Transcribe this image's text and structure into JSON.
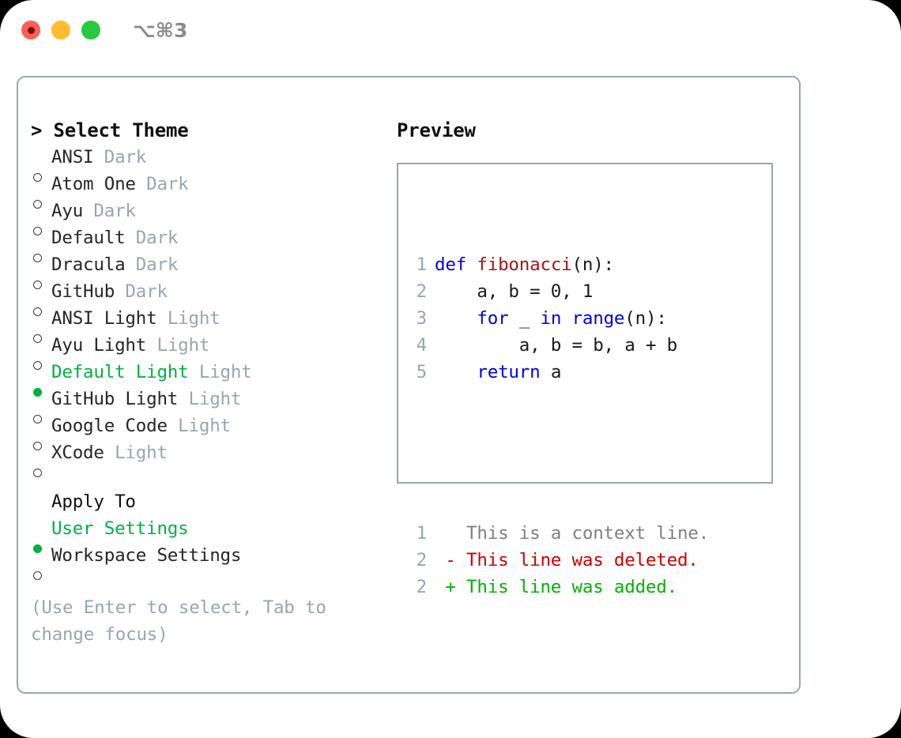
{
  "titlebar": {
    "shortcut": "⌥⌘3",
    "lights": [
      "close-red",
      "minimize-yellow",
      "zoom-green"
    ]
  },
  "theme_picker": {
    "header": "> Select Theme",
    "items": [
      {
        "marker": "hollow",
        "name": "ANSI",
        "mode": "Dark",
        "selected": false
      },
      {
        "marker": "hollow",
        "name": "Atom One",
        "mode": "Dark",
        "selected": false
      },
      {
        "marker": "hollow",
        "name": "Ayu",
        "mode": "Dark",
        "selected": false
      },
      {
        "marker": "hollow",
        "name": "Default",
        "mode": "Dark",
        "selected": false
      },
      {
        "marker": "hollow",
        "name": "Dracula",
        "mode": "Dark",
        "selected": false
      },
      {
        "marker": "hollow",
        "name": "GitHub",
        "mode": "Dark",
        "selected": false
      },
      {
        "marker": "hollow",
        "name": "ANSI Light",
        "mode": "Light",
        "selected": false
      },
      {
        "marker": "hollow",
        "name": "Ayu Light",
        "mode": "Light",
        "selected": false
      },
      {
        "marker": "filled",
        "name": "Default Light",
        "mode": "Light",
        "selected": true
      },
      {
        "marker": "hollow",
        "name": "GitHub Light",
        "mode": "Light",
        "selected": false
      },
      {
        "marker": "hollow",
        "name": "Google Code",
        "mode": "Light",
        "selected": false
      },
      {
        "marker": "hollow",
        "name": "XCode",
        "mode": "Light",
        "selected": false
      }
    ]
  },
  "apply_to": {
    "label": "Apply To",
    "options": [
      {
        "marker": "filled",
        "name": "User Settings",
        "selected": true
      },
      {
        "marker": "hollow",
        "name": "Workspace Settings",
        "selected": false
      }
    ]
  },
  "hint": "(Use Enter to select, Tab to change focus)",
  "preview": {
    "header": "Preview",
    "code_lines": [
      {
        "num": "1",
        "tokens": [
          {
            "t": "def ",
            "c": "kw"
          },
          {
            "t": "fibonacci",
            "c": "fn"
          },
          {
            "t": "(n):",
            "c": "plain"
          }
        ]
      },
      {
        "num": "2",
        "tokens": [
          {
            "t": "    a, b = 0, 1",
            "c": "plain"
          }
        ]
      },
      {
        "num": "3",
        "tokens": [
          {
            "t": "    ",
            "c": "plain"
          },
          {
            "t": "for",
            "c": "kw"
          },
          {
            "t": " _ ",
            "c": "plain"
          },
          {
            "t": "in",
            "c": "kw"
          },
          {
            "t": " ",
            "c": "plain"
          },
          {
            "t": "range",
            "c": "kw"
          },
          {
            "t": "(n):",
            "c": "plain"
          }
        ]
      },
      {
        "num": "4",
        "tokens": [
          {
            "t": "        a, b = b, a + b",
            "c": "plain"
          }
        ]
      },
      {
        "num": "5",
        "tokens": [
          {
            "t": "    ",
            "c": "plain"
          },
          {
            "t": "return",
            "c": "kw"
          },
          {
            "t": " a",
            "c": "plain"
          }
        ]
      }
    ],
    "diff_lines": [
      {
        "num": "1",
        "tokens": [
          {
            "t": "   This is a context line.",
            "c": "ctx"
          }
        ]
      },
      {
        "num": "2",
        "tokens": [
          {
            "t": " - This line was deleted.",
            "c": "del"
          }
        ]
      },
      {
        "num": "2",
        "tokens": [
          {
            "t": " + This line was added.",
            "c": "add"
          }
        ]
      }
    ]
  },
  "colors": {
    "accent_green": "#00b140",
    "muted_gray": "#9aa5b1",
    "keyword_blue": "#0000e6",
    "function_red": "#a31515",
    "diff_deleted": "#cc0000",
    "diff_added": "#00b400",
    "border": "#9aa5b1",
    "light_red": "#ff5f57",
    "light_yellow": "#ffbd2e",
    "light_green": "#28c840"
  }
}
